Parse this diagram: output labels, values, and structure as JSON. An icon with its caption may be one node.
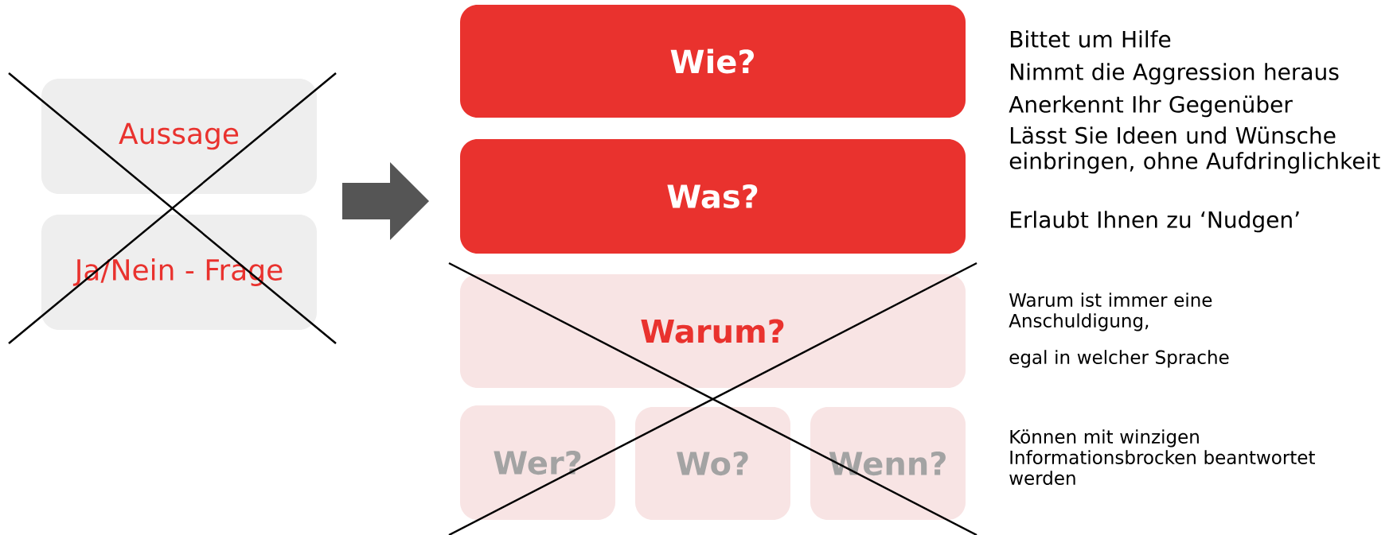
{
  "diagram": {
    "nodes": [
      {
        "text": [
          "Aussage"
        ]
      },
      {
        "text": [
          "Ja/Nein - Frage"
        ]
      },
      {
        "text": [
          "Wie?"
        ]
      },
      {
        "text": [
          "Was?"
        ]
      },
      {
        "text": [
          "Warum?"
        ]
      },
      {
        "text": [
          "Wer?"
        ]
      },
      {
        "text": [
          "Wo?"
        ]
      },
      {
        "text": [
          "Wenn?"
        ]
      }
    ],
    "edges": [
      {
        "from": 0,
        "to": 3,
        "arrow": "to"
      }
    ],
    "labels": [
      "Bittet um Hilfe",
      "Nimmt die Aggression heraus",
      "Anerkennt Ihr Gegenüber",
      "Lässt Sie Ideen und Wünsche einbringen, ohne Aufdringlichkeit",
      "Erlaubt Ihnen zu ‘Nudgen’",
      "Warum ist immer eine Anschuldigung,",
      "egal in welcher Sprache",
      "Können mit winzigen Informationsbrocken beantwortet werden"
    ]
  }
}
